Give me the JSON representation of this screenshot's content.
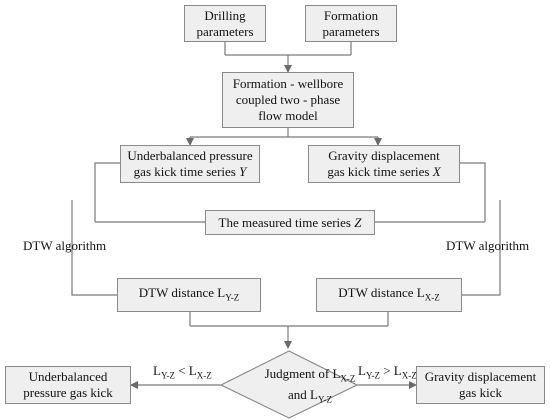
{
  "nodes": {
    "drilling": "Drilling\nparameters",
    "formation": "Formation\nparameters",
    "model": "Formation - wellbore\ncoupled two - phase\nflow model",
    "under_series": "Underbalanced pressure\ngas kick time series",
    "under_series_var": "Y",
    "gravity_series": "Gravity displacement\ngas kick time series",
    "gravity_series_var": "X",
    "measured": "The measured time series",
    "measured_var": "Z",
    "dtw_yz": "DTW distance L",
    "dtw_yz_sub": "Y-Z",
    "dtw_xz": "DTW distance L",
    "dtw_xz_sub": "X-Z",
    "judgment_1": "Judgment of L",
    "judgment_1_sub": "X-Z",
    "judgment_2": "and L",
    "judgment_2_sub": "Y-Z",
    "under_kick": "Underbalanced\npressure gas kick",
    "gravity_kick": "Gravity displacement\ngas kick"
  },
  "labels": {
    "dtw_left": "DTW algorithm",
    "dtw_right": "DTW algorithm",
    "cond_left_a": "L",
    "cond_left_a_sub": "Y-Z",
    "cond_left_op": " < L",
    "cond_left_b_sub": "X-Z",
    "cond_right_a": "L",
    "cond_right_a_sub": "Y-Z",
    "cond_right_op": " > L",
    "cond_right_b_sub": "X-Z"
  },
  "colors": {
    "box_fill": "#efefef",
    "box_border": "#8a8a8a",
    "line": "#7a7a7a"
  }
}
